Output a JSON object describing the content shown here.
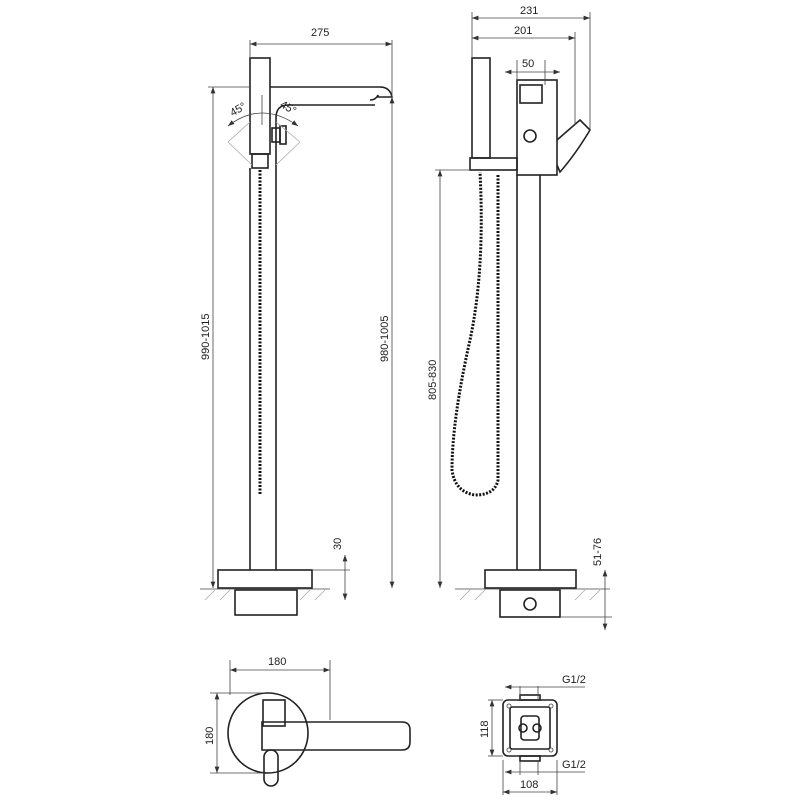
{
  "side_view": {
    "width": "275",
    "height_total": "990-1015",
    "height_spout": "980-1005",
    "base_height": "30",
    "angle_left": "45°",
    "angle_right": "45°"
  },
  "front_view": {
    "width_total": "231",
    "width_body": "201",
    "lever_offset": "50",
    "height_shower": "805-830",
    "floor_depth": "51-76"
  },
  "top_view": {
    "width": "180",
    "depth": "180"
  },
  "mounting_box": {
    "depth": "118",
    "width": "108",
    "inlet_top": "G1/2",
    "inlet_bottom": "G1/2"
  },
  "colors": {
    "line": "#222222",
    "dimension": "#444444"
  }
}
